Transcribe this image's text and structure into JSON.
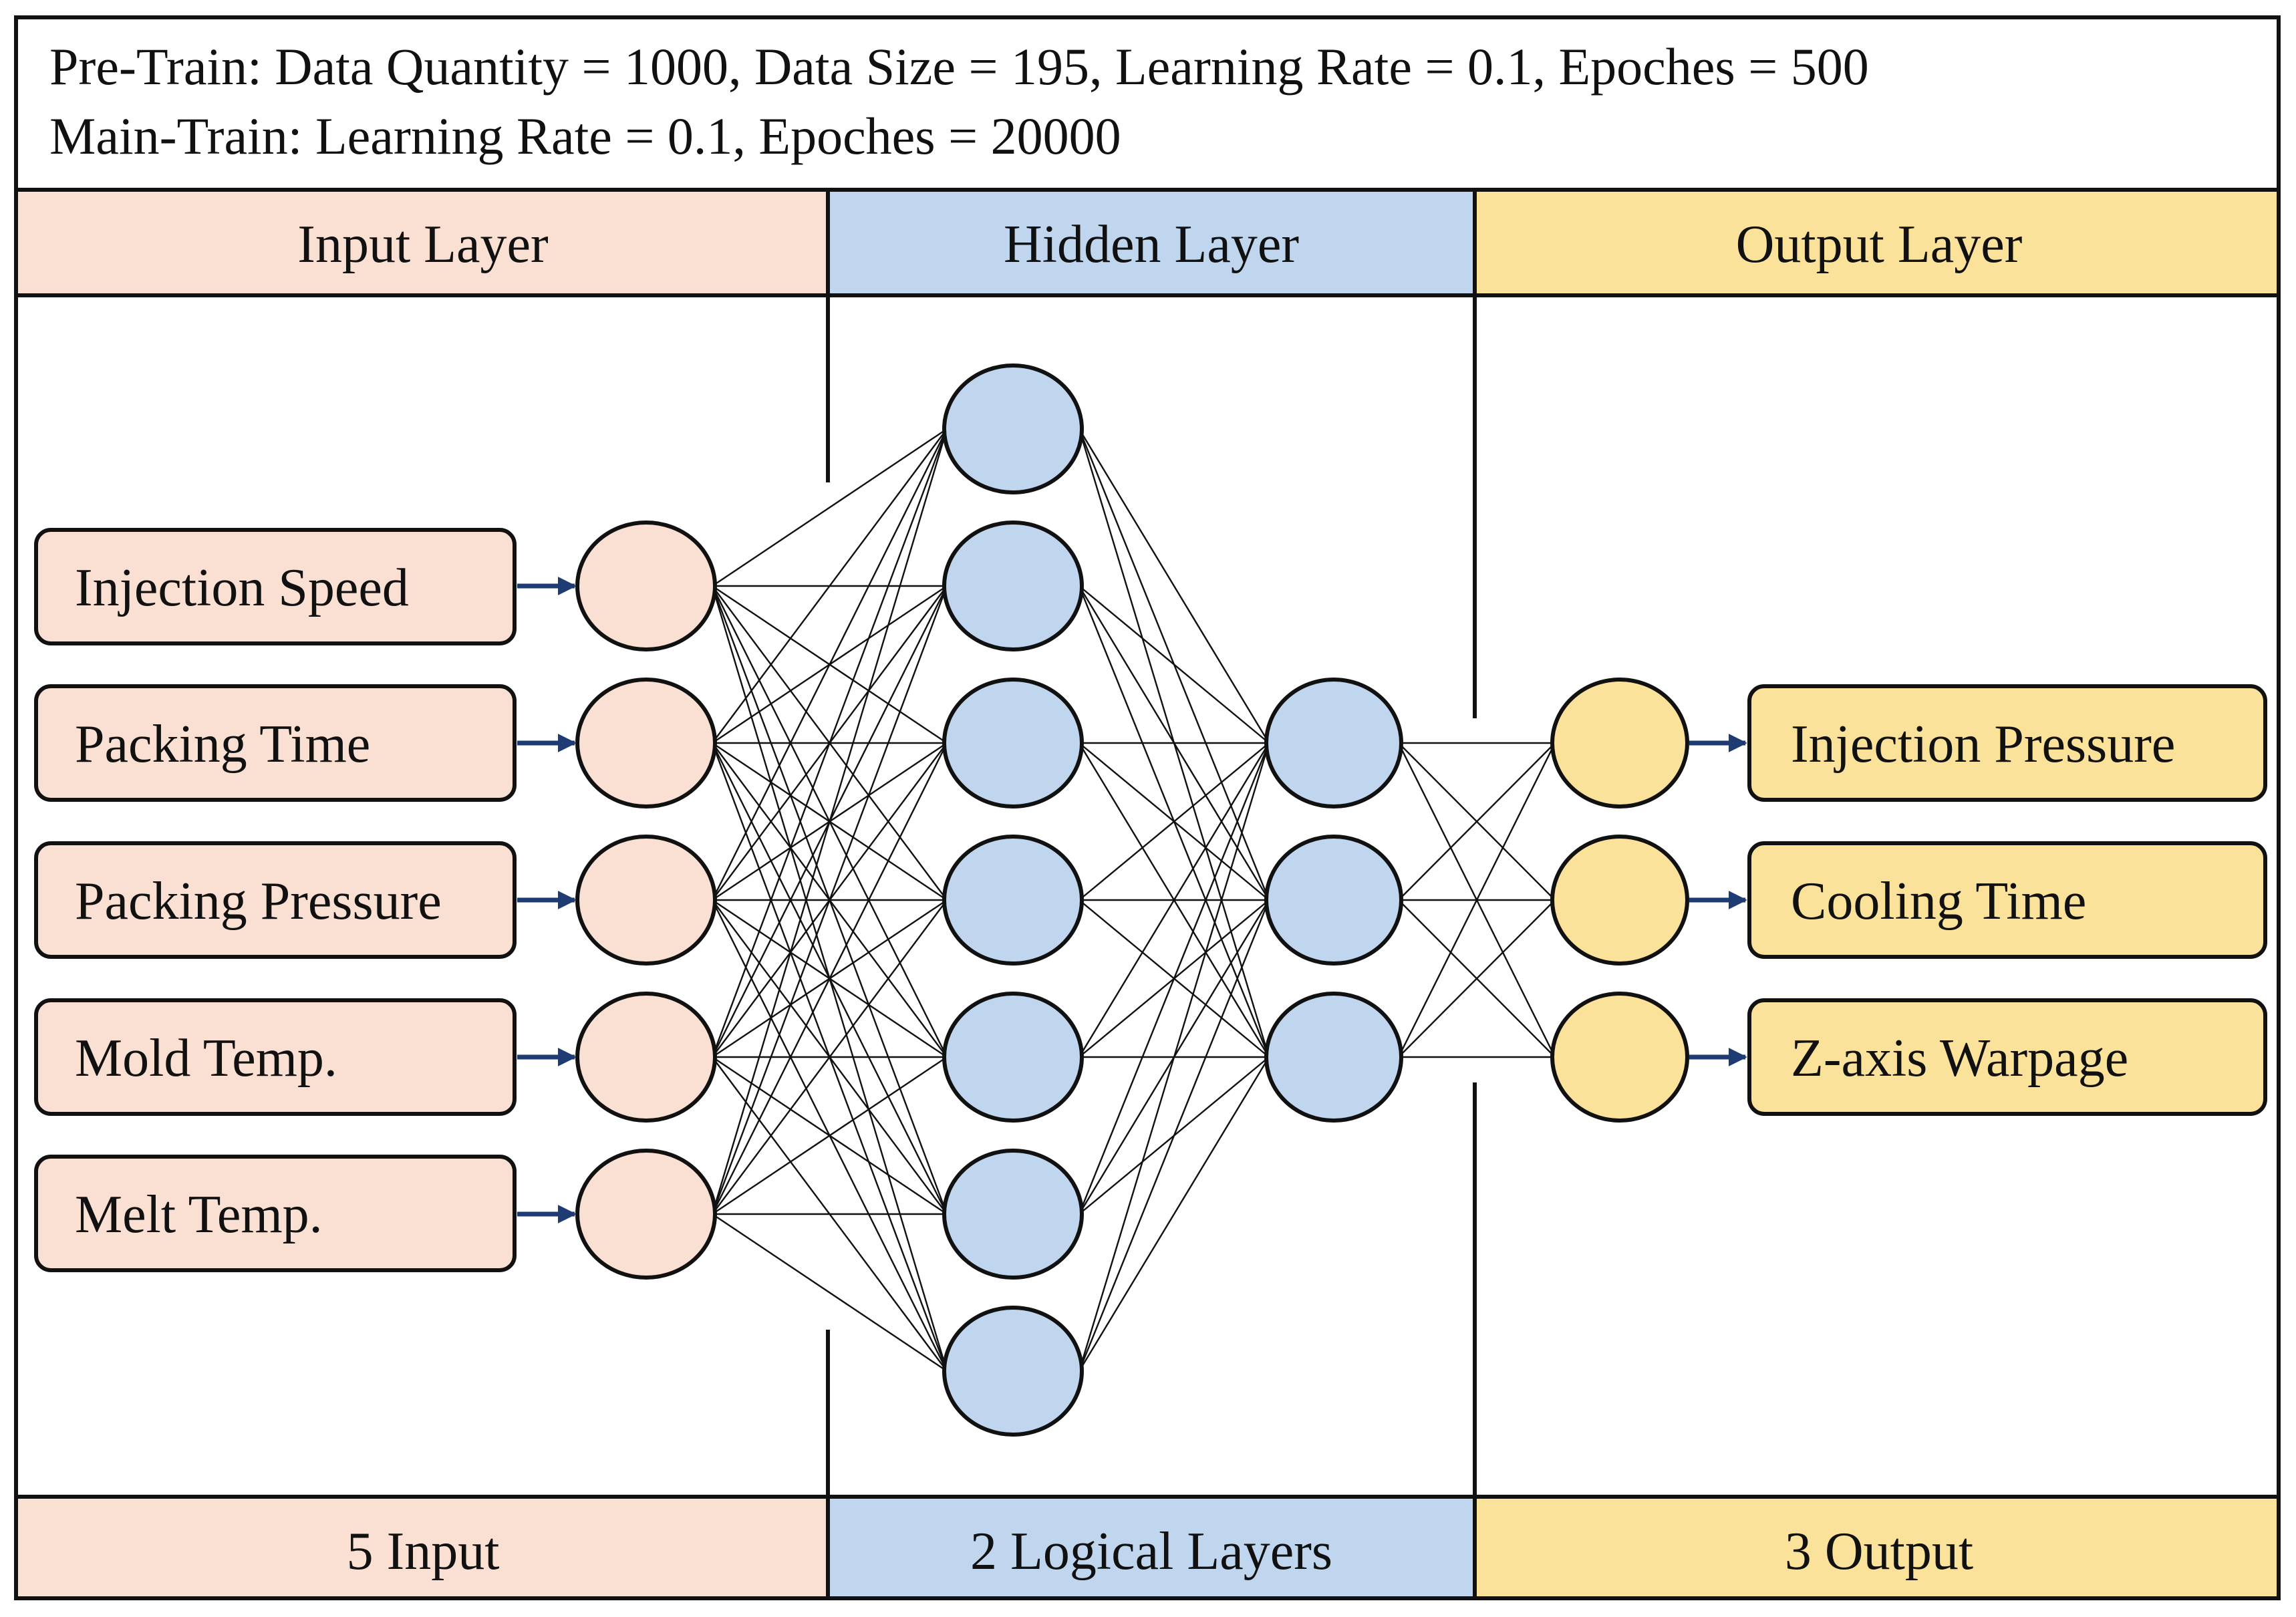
{
  "params": {
    "pretrain": "Pre-Train:  Data Quantity = 1000, Data Size = 195, Learning Rate = 0.1, Epoches = 500",
    "maintrain": "Main-Train:  Learning Rate = 0.1, Epoches = 20000"
  },
  "headers": {
    "input": "Input Layer",
    "hidden": "Hidden Layer",
    "output": "Output Layer"
  },
  "footers": {
    "input": "5 Input",
    "hidden": "2 Logical Layers",
    "output": "3 Output"
  },
  "inputs": [
    "Injection Speed",
    "Packing Time",
    "Packing Pressure",
    "Mold Temp.",
    "Melt Temp."
  ],
  "outputs": [
    "Injection Pressure",
    "Cooling Time",
    "Z-axis Warpage"
  ],
  "network": {
    "layer_sizes": [
      5,
      7,
      3,
      3
    ]
  },
  "colors": {
    "input": "#f9e0d2",
    "hidden": "#bfd6ee",
    "output": "#fbe29a",
    "arrow": "#1f3b73",
    "line": "#111111"
  }
}
